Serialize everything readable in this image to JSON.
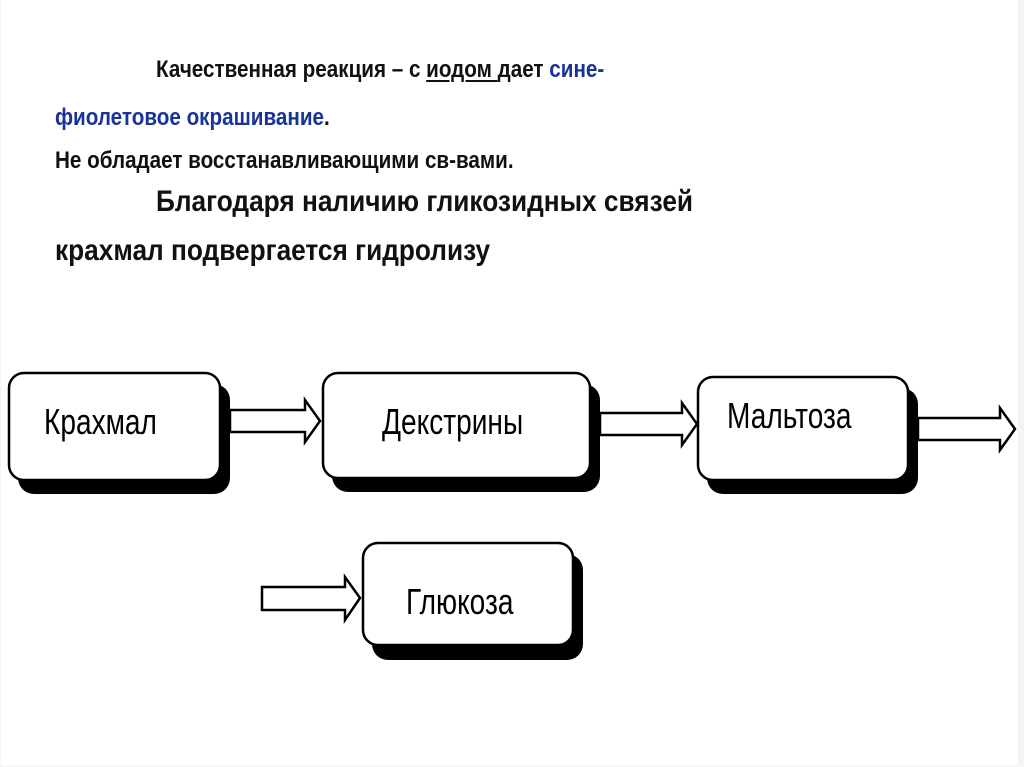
{
  "text": {
    "line1": {
      "before": "Качественная реакция – с ",
      "underlined": "иодом ",
      "after": "дает ",
      "blue": "сине-"
    },
    "line2": {
      "blue": "фиолетовое окрашивание",
      "after": "."
    },
    "line3": "Не обладает восстанавливающими св-вами.",
    "line4": "Благодаря наличию гликозидных связей",
    "line5": "крахмал подвергается гидролизу"
  },
  "diagram": {
    "steps": [
      {
        "label": "Крахмал"
      },
      {
        "label": "Декстрины"
      },
      {
        "label": "Мальтоза"
      },
      {
        "label": "Глюкоза"
      }
    ]
  },
  "colors": {
    "text": "#111111",
    "accent_blue": "#1a3399",
    "box_border": "#000000",
    "box_shadow": "#000000"
  }
}
